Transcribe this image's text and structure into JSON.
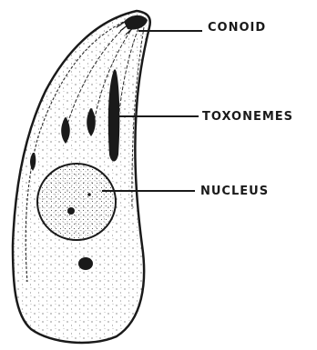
{
  "labels": {
    "conoid": "CONOID",
    "toxonemes": "TOXONEMES",
    "nucleus": "NUCLEUS"
  },
  "colors": {
    "ink": "#1a1a1a",
    "background": "#ffffff"
  }
}
